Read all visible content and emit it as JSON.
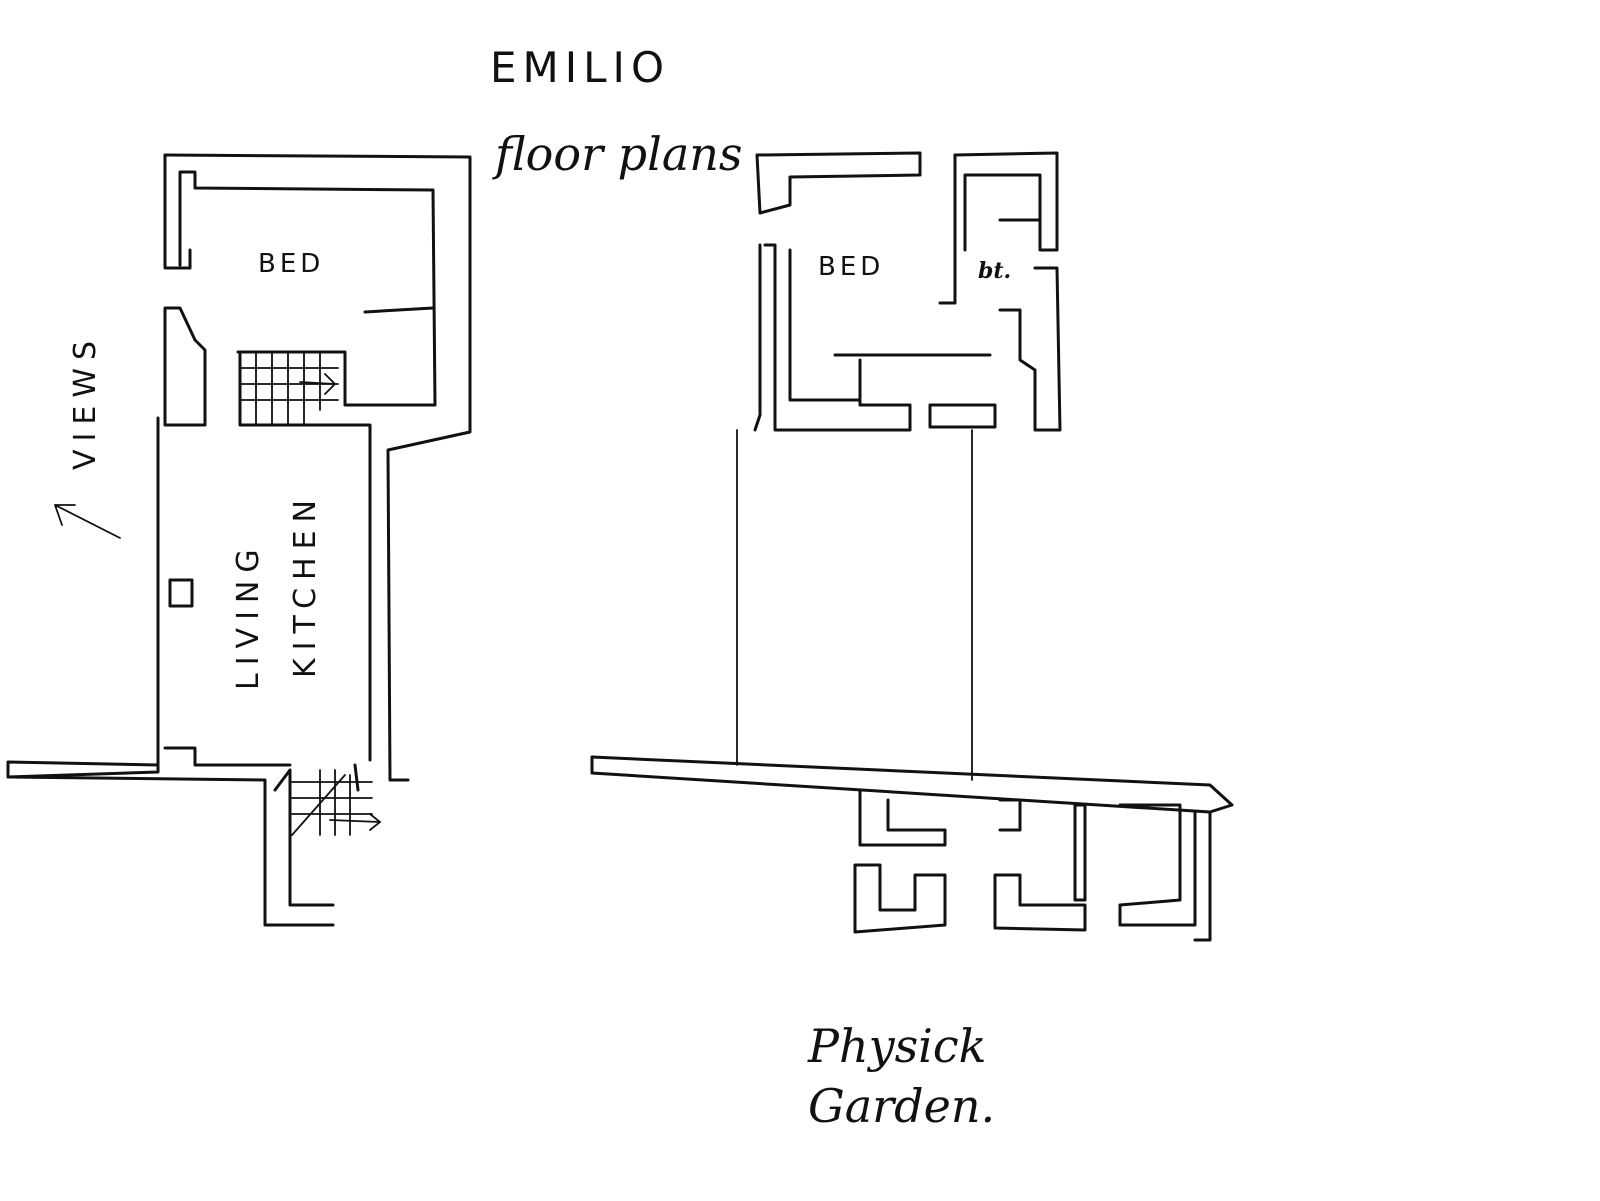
{
  "title": "EMILIO",
  "subtitle": "floor plans",
  "left_plan": {
    "bedroom_label": "BED",
    "living_label": "LIVING",
    "kitchen_label": "KITCHEN",
    "views_label": "VIEWS"
  },
  "right_plan": {
    "bedroom_label": "BED",
    "bath_label": "bt."
  },
  "garden_label_line1": "Physick",
  "garden_label_line2": "Garden.",
  "ink_color": "#111111",
  "paper_color": "#ffffff"
}
